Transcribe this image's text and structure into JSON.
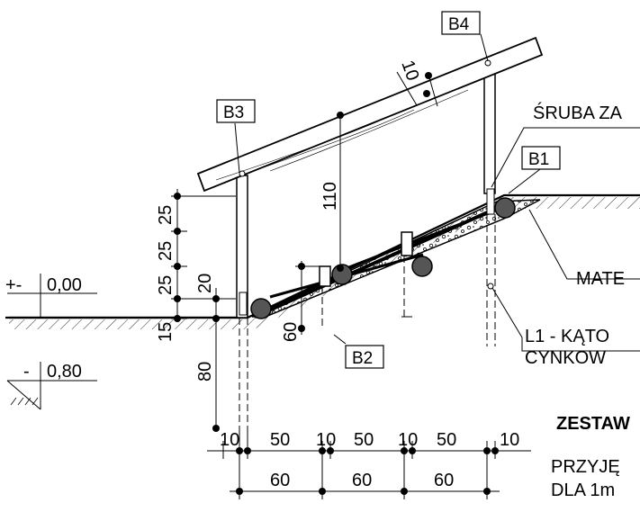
{
  "tags": {
    "b1": "B1",
    "b2": "B2",
    "b3": "B3",
    "b4": "B4"
  },
  "levels": {
    "zero": "0,00",
    "zero_sign": "+-",
    "minus": "0,80",
    "minus_sign": "-"
  },
  "notes": {
    "sruba": "ŚRUBA ZA",
    "mate": "MATE",
    "l1_line1": "L1 - KĄTO",
    "l1_line2": "CYNKOW",
    "zestaw": "ZESTAW",
    "przyje": "PRZYJĘ",
    "dla": "DLA 1m"
  },
  "dims": {
    "angle": "10",
    "post_height": "110",
    "v25_top": "25",
    "v25_mid": "25",
    "v25_low": "25",
    "v20": "20",
    "v15": "15",
    "v60": "60",
    "v80": "80",
    "h10_a": "10",
    "h50_a": "50",
    "h10_b": "10",
    "h50_b": "50",
    "h10_c": "10",
    "h50_c": "50",
    "h10_d": "10",
    "h60_a": "60",
    "h60_b": "60",
    "h60_c": "60"
  }
}
